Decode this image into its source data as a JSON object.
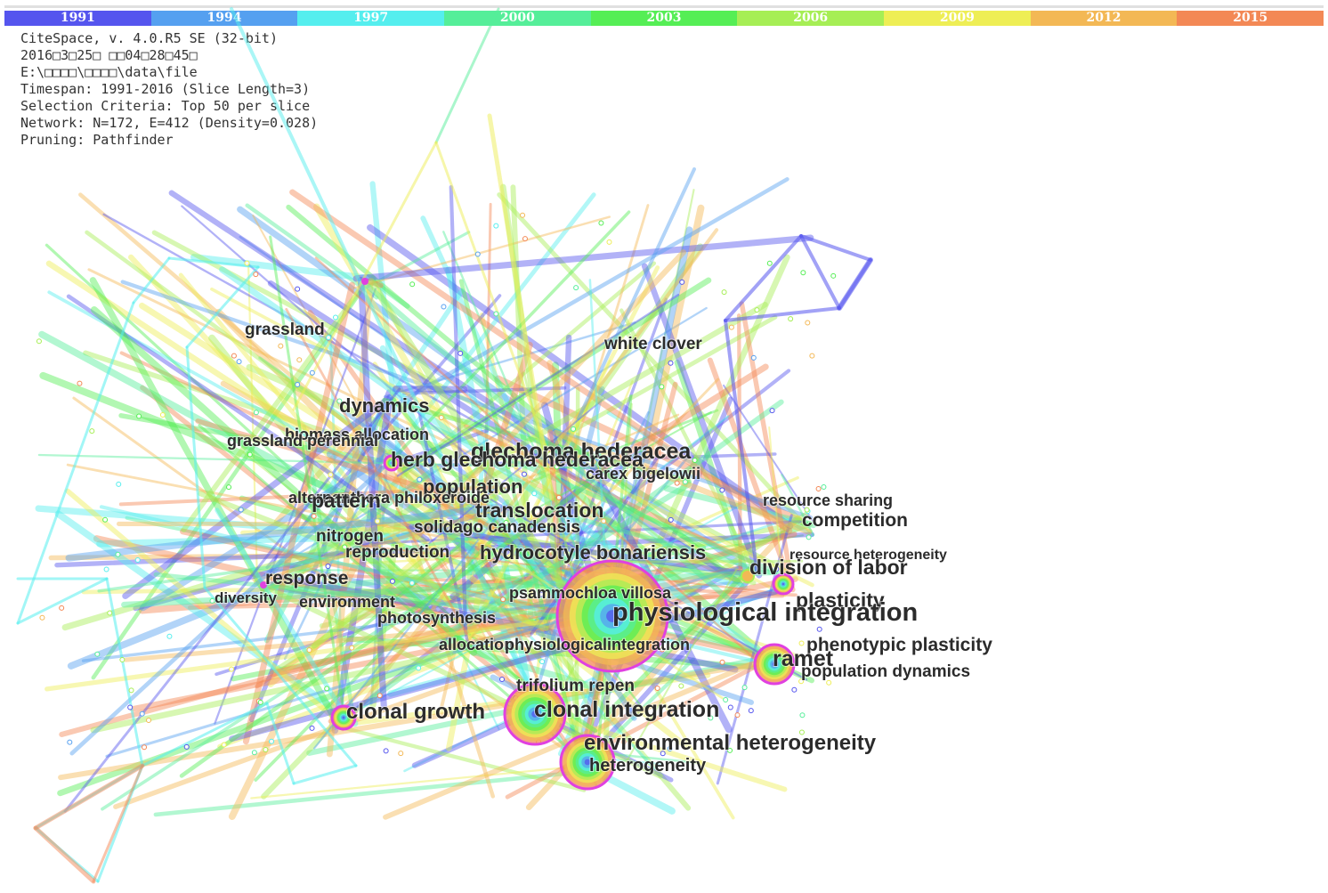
{
  "timeline": {
    "years": [
      "1991",
      "1994",
      "1997",
      "2000",
      "2003",
      "2006",
      "2009",
      "2012",
      "2015"
    ],
    "colors": [
      "#5555ee",
      "#55a0f0",
      "#55eeee",
      "#55ee99",
      "#55ee55",
      "#a6ee55",
      "#eeee55",
      "#f3b855",
      "#f38855"
    ]
  },
  "info": {
    "version": "CiteSpace, v. 4.0.R5 SE (32-bit)",
    "datetime": "2016□3□25□ □□04□28□45□",
    "path": "E:\\□□□□\\□□□□\\data\\file",
    "timespan": "Timespan: 1991-2016 (Slice Length=3)",
    "selection": "Selection Criteria: Top 50 per slice",
    "network": "Network: N=172, E=412 (Density=0.028)",
    "pruning": "Pruning: Pathfinder"
  },
  "keywords": [
    {
      "id": "grassland",
      "label": "grassland",
      "weight": 1
    },
    {
      "id": "white-clover",
      "label": "white clover",
      "weight": 1
    },
    {
      "id": "dynamics",
      "label": "dynamics",
      "weight": 2
    },
    {
      "id": "biomass-allocation",
      "label": "biomass allocation",
      "weight": 1
    },
    {
      "id": "grassland-perennial",
      "label": "grassland perennial",
      "weight": 1
    },
    {
      "id": "glechoma-hederacea",
      "label": "glechoma hederacea",
      "weight": 3
    },
    {
      "id": "herb-glechoma-hederacea",
      "label": "herb glechoma hederacea",
      "weight": 2
    },
    {
      "id": "carex-bigelowii",
      "label": "carex bigelowii",
      "weight": 1
    },
    {
      "id": "population",
      "label": "population",
      "weight": 2
    },
    {
      "id": "alternanthera-philoxeroide",
      "label": "alternanthera philoxeroide",
      "weight": 1
    },
    {
      "id": "pattern",
      "label": "pattern",
      "weight": 2
    },
    {
      "id": "resource-sharing",
      "label": "resource sharing",
      "weight": 1
    },
    {
      "id": "translocation",
      "label": "translocation",
      "weight": 2
    },
    {
      "id": "competition",
      "label": "competition",
      "weight": 2
    },
    {
      "id": "solidago-canadensis",
      "label": "solidago canadensis",
      "weight": 1
    },
    {
      "id": "nitrogen",
      "label": "nitrogen",
      "weight": 1
    },
    {
      "id": "reproduction",
      "label": "reproduction",
      "weight": 1
    },
    {
      "id": "hydrocotyle-bonariensis",
      "label": "hydrocotyle bonariensis",
      "weight": 2
    },
    {
      "id": "resource-heterogeneity",
      "label": "resource heterogeneity",
      "weight": 1
    },
    {
      "id": "division-of-labor",
      "label": "division of labor",
      "weight": 3
    },
    {
      "id": "response",
      "label": "response",
      "weight": 2
    },
    {
      "id": "plasticity",
      "label": "plasticity",
      "weight": 3
    },
    {
      "id": "psammochloa-villosa",
      "label": "psammochloa villosa",
      "weight": 1
    },
    {
      "id": "diversity",
      "label": "diversity",
      "weight": 1
    },
    {
      "id": "environment",
      "label": "environment",
      "weight": 1
    },
    {
      "id": "physiological-integration",
      "label": "physiological integration",
      "weight": 5
    },
    {
      "id": "photosynthesis",
      "label": "photosynthesis",
      "weight": 1
    },
    {
      "id": "phenotypic-plasticity",
      "label": "phenotypic plasticity",
      "weight": 2
    },
    {
      "id": "allocation",
      "label": "allocation",
      "weight": 1
    },
    {
      "id": "physiologicalintegration",
      "label": "physiologicalintegration",
      "weight": 1
    },
    {
      "id": "ramet",
      "label": "ramet",
      "weight": 3
    },
    {
      "id": "population-dynamics",
      "label": "population dynamics",
      "weight": 1
    },
    {
      "id": "trifolium-repen",
      "label": "trifolium repen",
      "weight": 1
    },
    {
      "id": "clonal-growth",
      "label": "clonal growth",
      "weight": 3
    },
    {
      "id": "clonal-integration",
      "label": "clonal integration",
      "weight": 3
    },
    {
      "id": "environmental-heterogeneity",
      "label": "environmental heterogeneity",
      "weight": 3
    },
    {
      "id": "heterogeneity",
      "label": "heterogeneity",
      "weight": 2
    }
  ]
}
